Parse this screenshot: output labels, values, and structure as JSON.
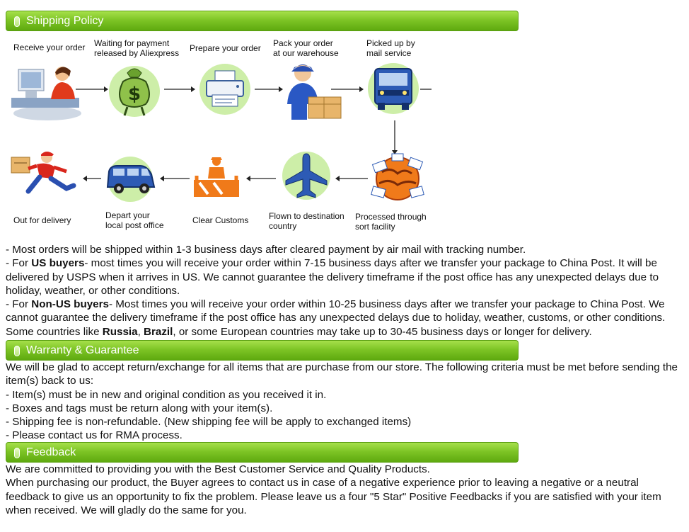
{
  "sections": {
    "shipping": {
      "title": "Shipping Policy"
    },
    "warranty": {
      "title": "Warranty & Guarantee"
    },
    "feedback": {
      "title": "Feedback"
    }
  },
  "flow": {
    "top": [
      {
        "line1": "Receive your order",
        "line2": "",
        "icon": "computer-user-icon"
      },
      {
        "line1": "Waiting for payment",
        "line2": "released by Aliexpress",
        "icon": "money-bag-icon"
      },
      {
        "line1": "Prepare your order",
        "line2": "",
        "icon": "printer-icon"
      },
      {
        "line1": "Pack your order",
        "line2": "at our warehouse",
        "icon": "warehouse-worker-icon"
      },
      {
        "line1": "Picked up by",
        "line2": "mail service",
        "icon": "truck-icon"
      }
    ],
    "bottom": [
      {
        "line1": "Out for delivery",
        "line2": "",
        "icon": "delivery-man-icon"
      },
      {
        "line1": "Depart your",
        "line2": "local post office",
        "icon": "van-icon"
      },
      {
        "line1": "Clear Customs",
        "line2": "",
        "icon": "customs-icon"
      },
      {
        "line1": "Flown to destination",
        "line2": "country",
        "icon": "airplane-icon"
      },
      {
        "line1": "Processed through",
        "line2": "sort facility",
        "icon": "globe-mail-icon"
      }
    ]
  },
  "shipping_text": {
    "l1": "- Most orders will be shipped within 1-3 business days after cleared payment by air mail with tracking number.",
    "us_pre": "- For ",
    "us_bold": "US buyers",
    "us_rest": "- most times you will receive your order within 7-15 business days after we transfer your package to China Post. It will be delivered by USPS when it arrives in US. We cannot guarantee the delivery timeframe if the post office has any unexpected delays due to holiday, weather, or other conditions.",
    "nonus_pre": "- For ",
    "nonus_bold": "Non-US buyers",
    "nonus_rest": "- Most times you will receive your order within 10-25 business days after we transfer your package to China Post. We cannot guarantee the delivery timeframe if the post office has any unexpected delays due to holiday, weather, customs, or other conditions. Some countries like ",
    "russia": "Russia",
    "comma": ", ",
    "brazil": "Brazil",
    "nonus_end": ", or some European countries may take up to 30-45 business days or longer for delivery."
  },
  "warranty_text": {
    "intro": "We will be glad to accept return/exchange for all items that are purchase from our store. The following criteria must be met before sending the item(s) back to us:",
    "items": [
      "- Item(s) must be in new and original condition as you received it in.",
      "- Boxes and tags must be return along with your item(s).",
      "- Shipping fee is non-refundable. (New shipping fee will be apply to exchanged items)",
      "- Please contact us for RMA process."
    ]
  },
  "feedback_text": {
    "l1": "We are committed to providing you with the Best Customer Service and Quality Products.",
    "l2": "When purchasing our product, the Buyer agrees to contact us in case of a negative experience prior to leaving a negative or a neutral feedback to give us an opportunity to fix the problem. Please leave us a four \"5 Star\" Positive Feedbacks if you are satisfied with your item when received. We will gladly do the same for you."
  },
  "colors": {
    "bar_green": "#7ec526",
    "circle_green": "#cdeea8",
    "customs_orange": "#f07a1a",
    "icon_blue": "#2f5fb3"
  }
}
